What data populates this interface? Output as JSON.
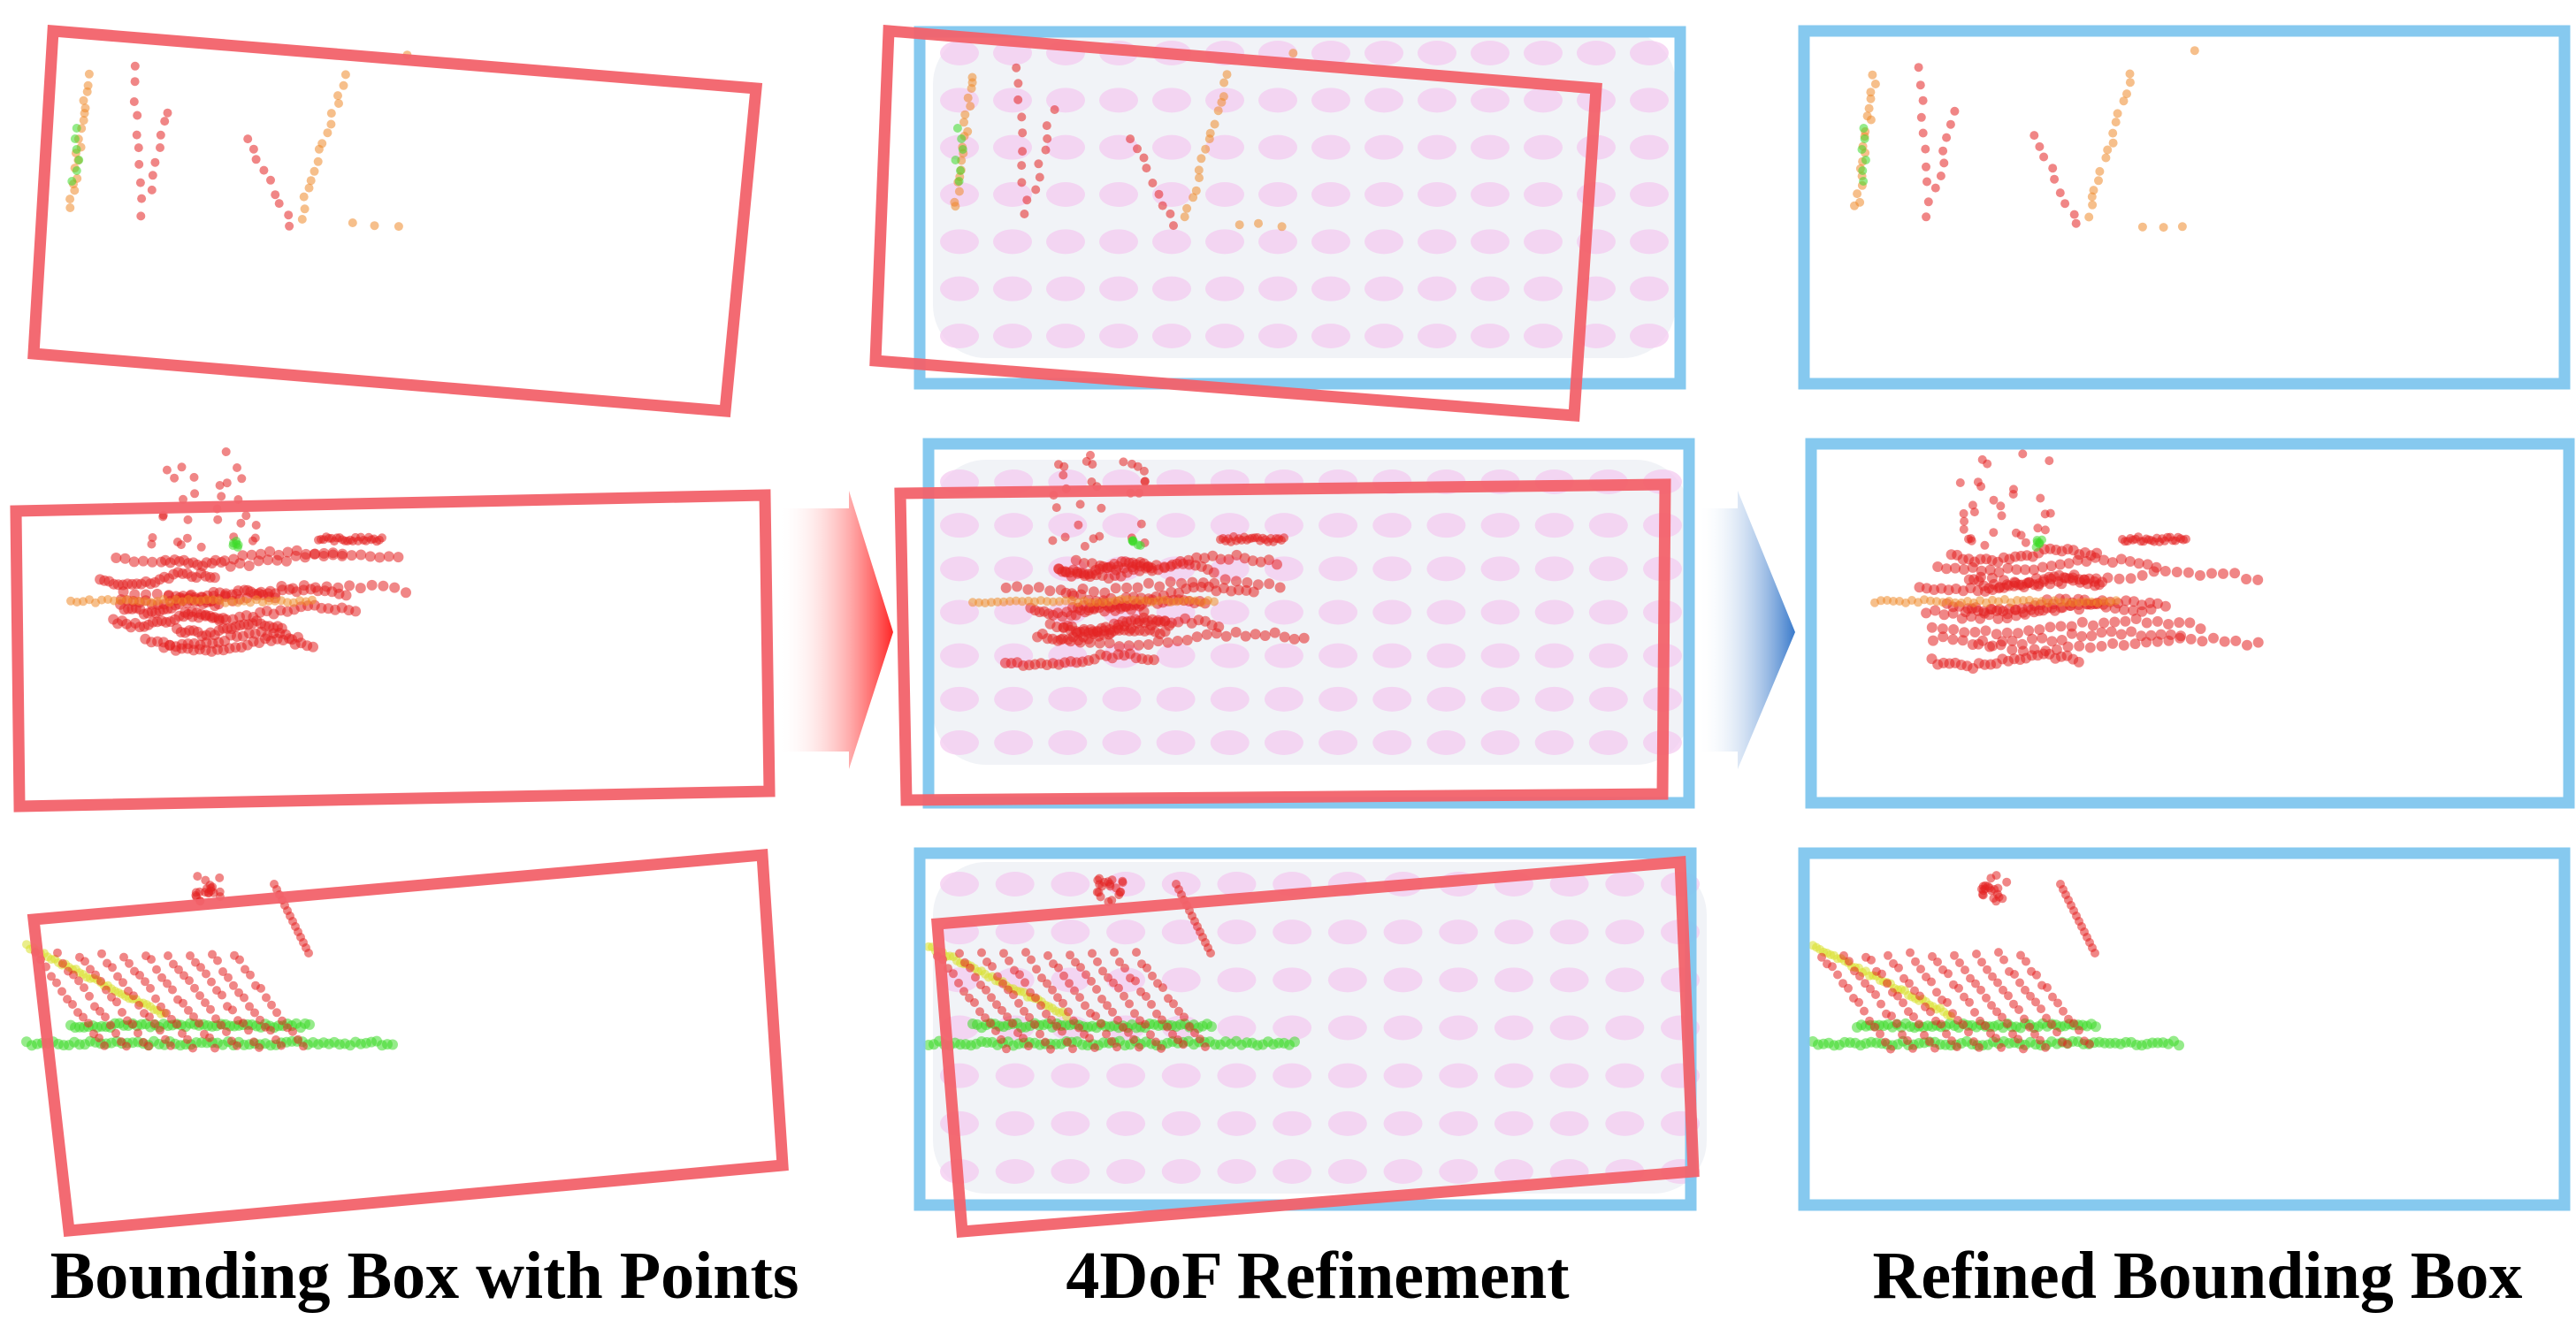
{
  "captions": {
    "left": "Bounding Box with Points",
    "middle": "4DoF Refinement",
    "right": "Refined Bounding Box"
  },
  "colors": {
    "initial_box": "#f2626a",
    "refined_box": "#7fc6ee",
    "points_red": "#e32222",
    "points_orange": "#ee8a2c",
    "points_green": "#3edb2a",
    "points_yellow": "#d9e02c",
    "template_pink": "#f4c8f0",
    "arrow_red": "#ff1a1a",
    "arrow_blue": "#2f73c8"
  },
  "icons": {
    "arrow_left": "right-arrow-red-gradient-icon",
    "arrow_right": "right-arrow-blue-gradient-icon"
  }
}
